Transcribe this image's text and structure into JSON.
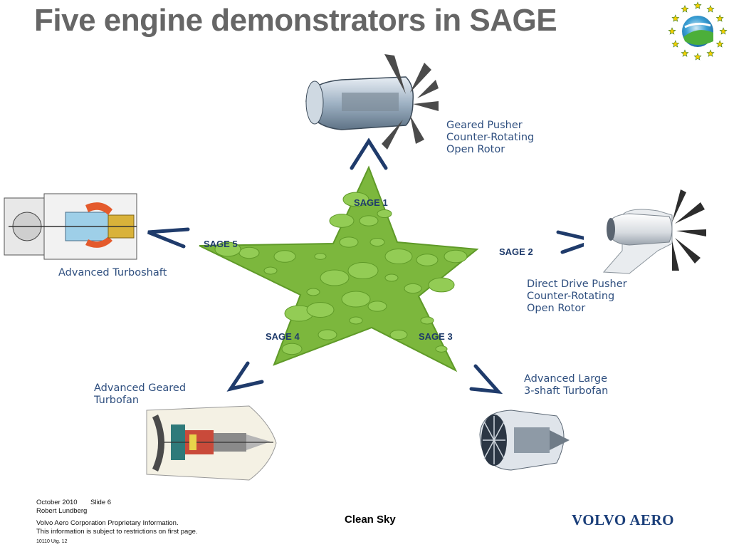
{
  "slide": {
    "title": "Five engine demonstrators in SAGE"
  },
  "demonstrators": [
    {
      "tag": "SAGE 1",
      "label_lines": [
        "Geared Pusher",
        "Counter-Rotating",
        "Open Rotor"
      ]
    },
    {
      "tag": "SAGE 2",
      "label_lines": [
        "Direct Drive Pusher",
        "Counter-Rotating",
        "Open Rotor"
      ]
    },
    {
      "tag": "SAGE 3",
      "label_lines": [
        "Advanced Large",
        "3-shaft Turbofan"
      ]
    },
    {
      "tag": "SAGE 4",
      "label_lines": [
        "Advanced Geared",
        "Turbofan"
      ]
    },
    {
      "tag": "SAGE 5",
      "label_lines": [
        "Advanced Turboshaft"
      ]
    }
  ],
  "footer": {
    "date": "October 2010",
    "slide_no": "Slide 6",
    "author": "Robert Lundberg",
    "proprietary_1": "Volvo Aero Corporation Proprietary Information.",
    "proprietary_2": "This information is subject to restrictions on first page.",
    "doc_code": "10110 Utg. 12",
    "center_label": "Clean Sky",
    "brand": "VOLVO AERO"
  },
  "colors": {
    "title": "#666666",
    "label": "#2f4f7f",
    "star_green": "#7cb73d",
    "arrow": "#1f3b6b",
    "brand": "#1b3f7a"
  }
}
